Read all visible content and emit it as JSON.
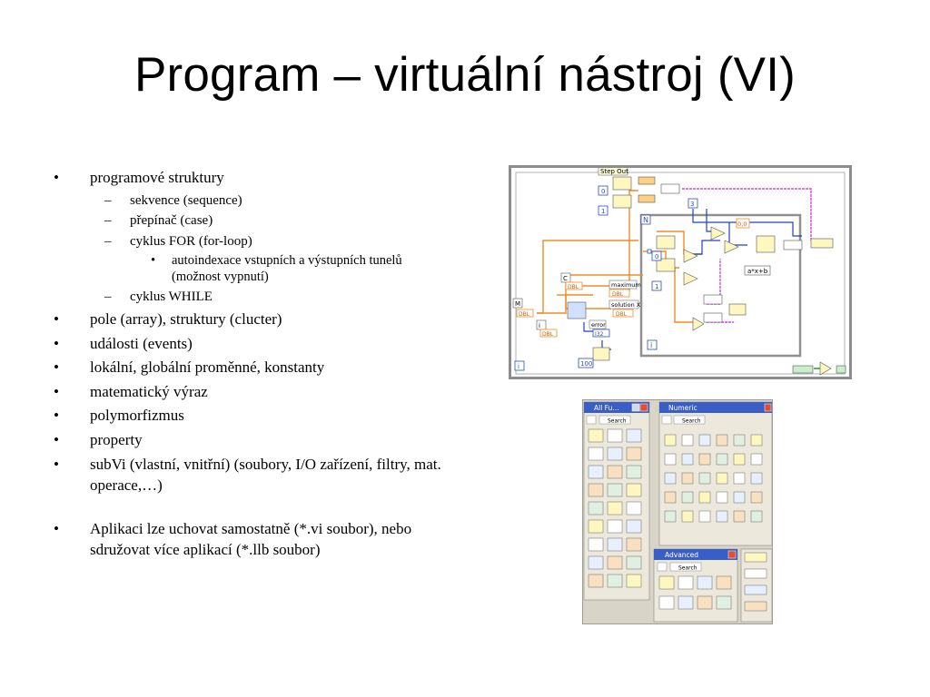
{
  "slide": {
    "title": "Program – virtuální nástroj (VI)",
    "bullets": {
      "structures": "programové struktury",
      "sequence": "sekvence (sequence)",
      "case": "přepínač (case)",
      "for_loop": "cyklus FOR (for-loop)",
      "autoindex": "autoindexace vstupních a výstupních tunelů (možnost vypnutí)",
      "while_loop": "cyklus WHILE",
      "array": "pole (array), struktury (clucter)",
      "events": "události (events)",
      "variables": "lokální, globální proměnné, konstanty",
      "math": "matematický výraz",
      "polymorph": "polymorfizmus",
      "property": "property",
      "subvi": "subVi (vlastní, vnitřní) (soubory, I/O zařízení, filtry, mat. operace,…)",
      "save": "Aplikaci lze uchovat samostatně (*.vi soubor), nebo sdružovat více aplikací (*.llb soubor)"
    }
  },
  "block_diagram": {
    "step_out_label": "Step Out",
    "labels": {
      "i1": "i",
      "i2": "i",
      "i3": "i",
      "n": "N",
      "m": "M",
      "c": "C",
      "zero": "0",
      "one": "1",
      "three": "3",
      "zz": "0,0",
      "maximum": "maximum",
      "solution": "solution X",
      "error": "error",
      "formula": "a*x+b",
      "hundred": "100",
      "dbl": "DBL",
      "i32": "I32"
    }
  },
  "palettes": {
    "all_functions_title": "All Fu...",
    "numeric_title": "Numeric",
    "advanced_title": "Advanced",
    "search_label": "Search"
  }
}
